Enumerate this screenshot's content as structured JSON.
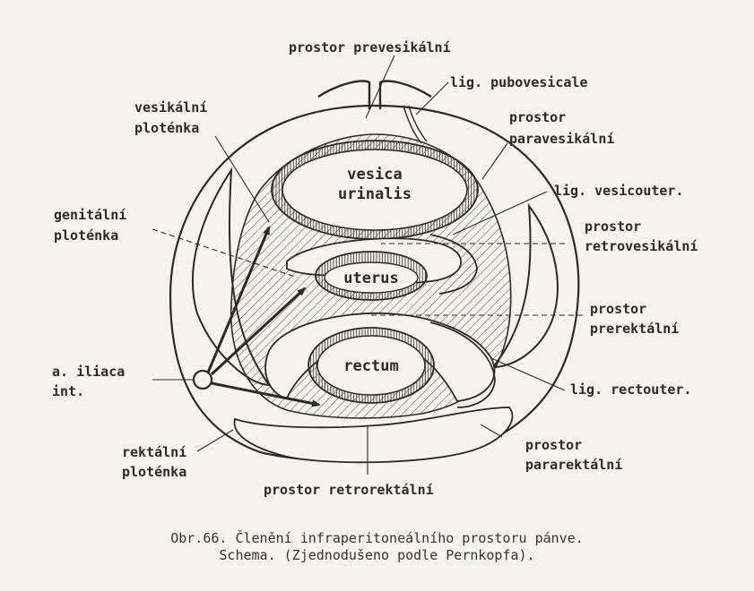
{
  "labels": {
    "prevesikalni": "prostor prevesikální",
    "pubovesicale": "lig. pubovesicale",
    "paravesikalni_1": "prostor",
    "paravesikalni_2": "paravesikální",
    "vesicouter": "lig. vesicouter.",
    "retrovesikalni_1": "prostor",
    "retrovesikalni_2": "retrovesikální",
    "prerektalni_1": "prostor",
    "prerektalni_2": "prerektální",
    "rectouter": "lig. rectouter.",
    "pararektalni_1": "prostor",
    "pararektalni_2": "pararektální",
    "retrorektalni": "prostor retrorektální",
    "vesikalni_1": "vesikální",
    "vesikalni_2": "ploténka",
    "genitalni_1": "genitální",
    "genitalni_2": "ploténka",
    "iliaca_1": "a. iliaca",
    "iliaca_2": "int.",
    "rektalni_1": "rektální",
    "rektalni_2": "ploténka"
  },
  "organs": {
    "vesica_1": "vesica",
    "vesica_2": "urinalis",
    "uterus": "uterus",
    "rectum": "rectum"
  },
  "caption": {
    "line1": "Obr.66. Členění infraperitoneálního prostoru pánve.",
    "line2": "Schema. (Zjednodušeno podle Pernkopfa)."
  }
}
